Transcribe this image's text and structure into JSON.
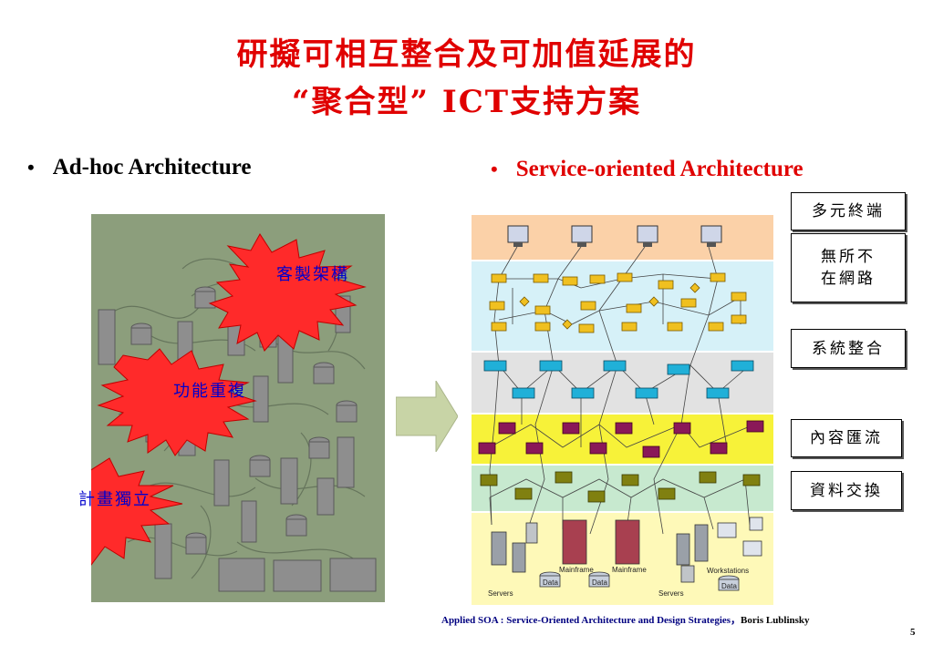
{
  "title": {
    "line1": "研擬可相互整合及可加值延展的",
    "line2": "“聚合型” ICT支持方案"
  },
  "bullets": {
    "left": "Ad-hoc Architecture",
    "right": "Service-oriented Architecture",
    "marker": "•"
  },
  "starbursts": [
    {
      "label": "客製架構",
      "color": "#ff3030"
    },
    {
      "label": "功能重複",
      "color": "#ff3030"
    },
    {
      "label": "計畫獨立",
      "color": "#ff3030"
    }
  ],
  "layer_labels": [
    "多元終端",
    "無所不在網路",
    "系統整合",
    "內容匯流",
    "資料交換"
  ],
  "diagram_text": {
    "servers_left": "Servers",
    "data_1": "Data",
    "mainframe_1": "Mainframe",
    "data_2": "Data",
    "mainframe_2": "Mainframe",
    "servers_right": "Servers",
    "workstations": "Workstations",
    "data_3": "Data"
  },
  "bands": [
    {
      "name": "terminals",
      "color": "#fbd1a8"
    },
    {
      "name": "network",
      "color": "#d6f1f8"
    },
    {
      "name": "integration",
      "color": "#e2e2e2"
    },
    {
      "name": "content",
      "color": "#f7f239"
    },
    {
      "name": "exchange",
      "color": "#c7e9cf"
    },
    {
      "name": "data",
      "color": "#fef9b8"
    }
  ],
  "colors": {
    "title": "#e00000",
    "left_panel_bg": "#8c9e7c",
    "arrow": "#c8d4a6",
    "node_orange": "#f0c020",
    "node_cyan": "#20b0d8",
    "node_purple": "#8a1858",
    "node_olive": "#808010"
  },
  "citation": {
    "text": "Applied SOA : Service-Oriented Architecture and Design Strategies，",
    "author": "Boris Lublinsky"
  },
  "page_number": "5"
}
